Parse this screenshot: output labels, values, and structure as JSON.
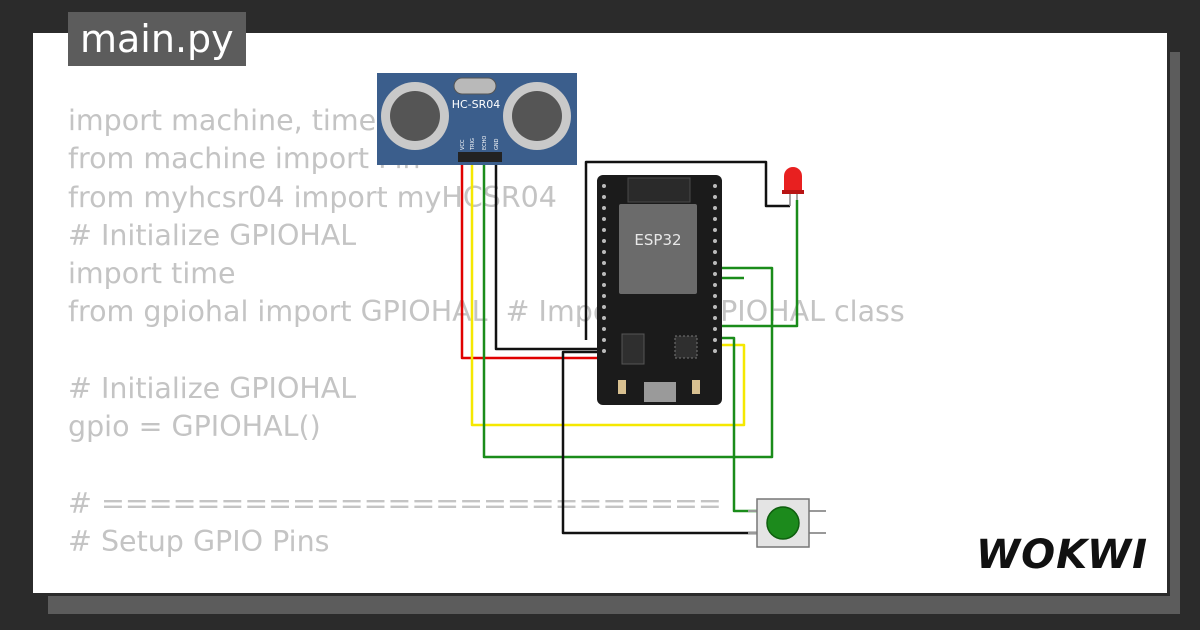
{
  "file_tab": {
    "label": "main.py"
  },
  "code_lines": [
    "import machine, time",
    "from machine import Pin",
    "from myhcsr04 import myHCSR04",
    "# Initialize GPIOHAL",
    "import time",
    "from gpiohal import GPIOHAL  # Import the GPIOHAL class",
    "",
    "# Initialize GPIOHAL",
    "gpio = GPIOHAL()",
    "",
    "# ==========================",
    "# Setup GPIO Pins"
  ],
  "sensor": {
    "name": "HC-SR04",
    "pins": [
      "VCC",
      "TRIG",
      "ECHO",
      "GND"
    ]
  },
  "board": {
    "chip_label": "ESP32"
  },
  "brand": {
    "logo": "WOKWI"
  },
  "colors": {
    "sensor_board": "#3b5e8c",
    "wire_red": "#e00000",
    "wire_yellow": "#f5e800",
    "wire_green": "#1a8c1a",
    "wire_black": "#111111",
    "led": "#e82020",
    "button": "#1c8a1c"
  }
}
